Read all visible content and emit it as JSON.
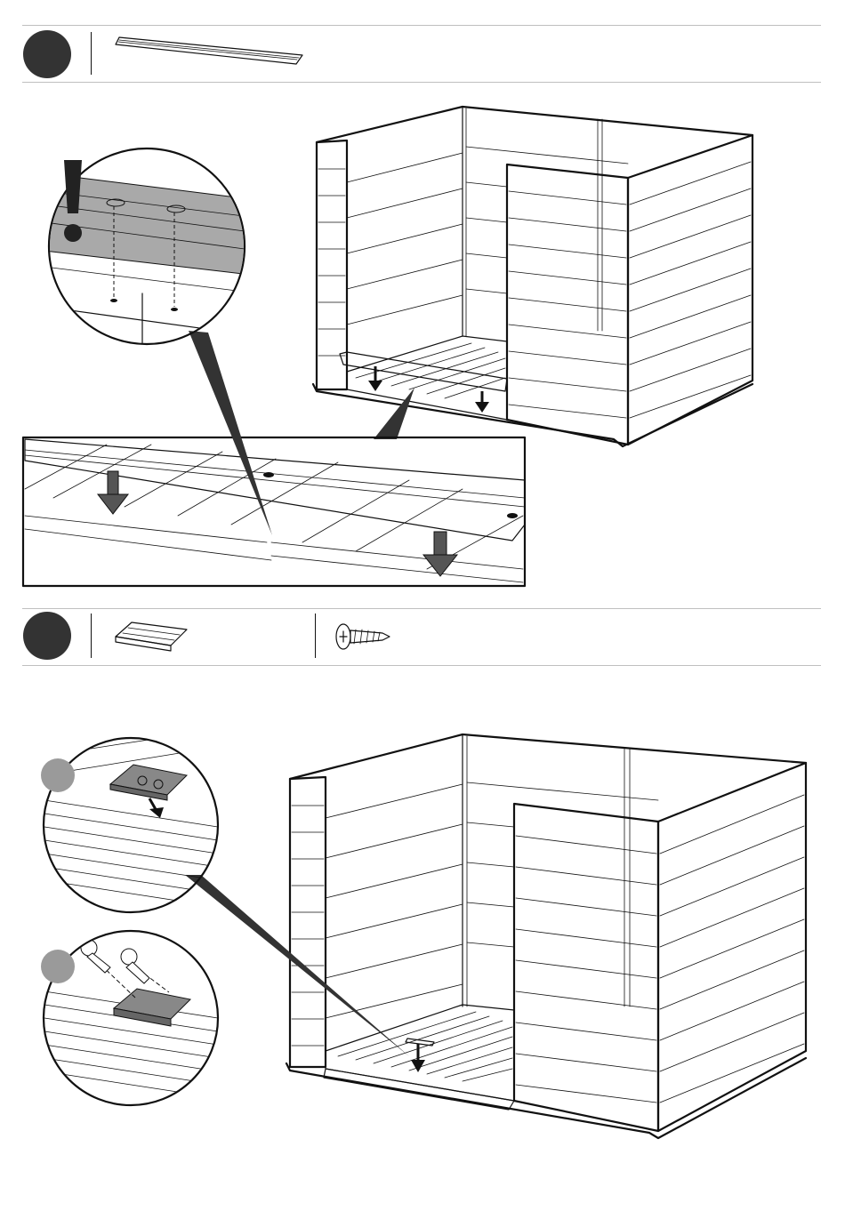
{
  "steps": [
    {
      "parts": [
        "floor-rail-part"
      ]
    },
    {
      "parts": [
        "connector-plate-part",
        "screw-part"
      ]
    }
  ],
  "colors": {
    "ink": "#111111",
    "step_dot": "#333333",
    "rail_fill": "#a9a9a9",
    "callout_dot": "#9a9a9a",
    "rule": "#bfbfbf"
  },
  "icons": [
    "warning-exclamation-icon",
    "down-arrow-icon",
    "screw-icon"
  ]
}
